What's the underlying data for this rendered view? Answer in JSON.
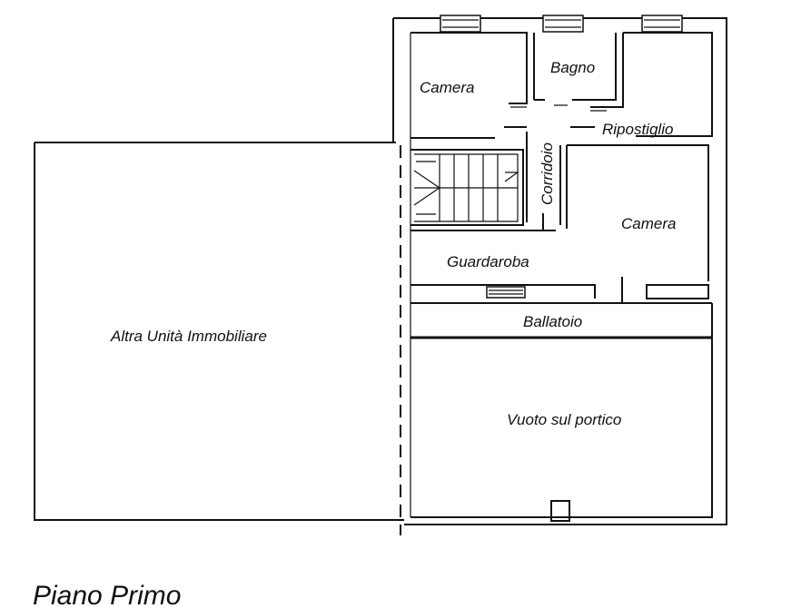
{
  "rooms": {
    "camera_top_left": "Camera",
    "bagno": "Bagno",
    "ripostiglio": "Ripostiglio",
    "corridoio": "Corridoio",
    "camera_right": "Camera",
    "guardaroba": "Guardaroba",
    "ballatoio": "Ballatoio",
    "vuoto_portico": "Vuoto sul portico",
    "altra_unita": "Altra Unità Immobiliare"
  },
  "caption": "Piano Primo"
}
